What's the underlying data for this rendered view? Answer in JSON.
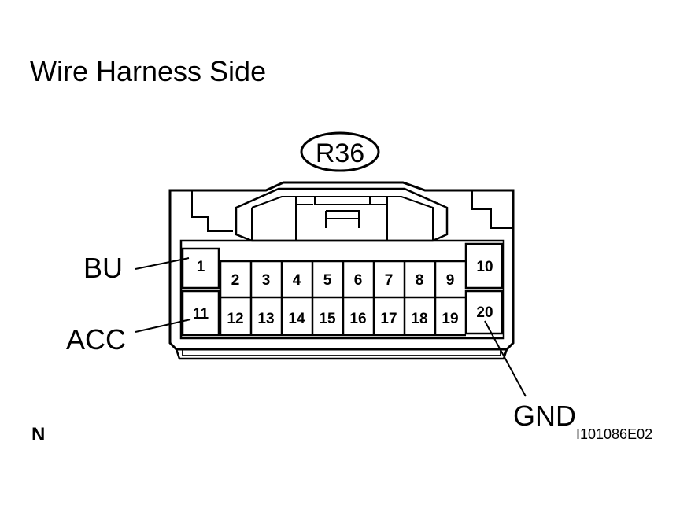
{
  "diagram": {
    "title": "Wire Harness Side",
    "connector_id": "R36",
    "figure_code": "I101086E02",
    "corner_mark": "N",
    "pins": {
      "p1": "1",
      "p2": "2",
      "p3": "3",
      "p4": "4",
      "p5": "5",
      "p6": "6",
      "p7": "7",
      "p8": "8",
      "p9": "9",
      "p10": "10",
      "p11": "11",
      "p12": "12",
      "p13": "13",
      "p14": "14",
      "p15": "15",
      "p16": "16",
      "p17": "17",
      "p18": "18",
      "p19": "19",
      "p20": "20"
    },
    "callouts": {
      "bu": "BU",
      "acc": "ACC",
      "gnd": "GND"
    }
  }
}
